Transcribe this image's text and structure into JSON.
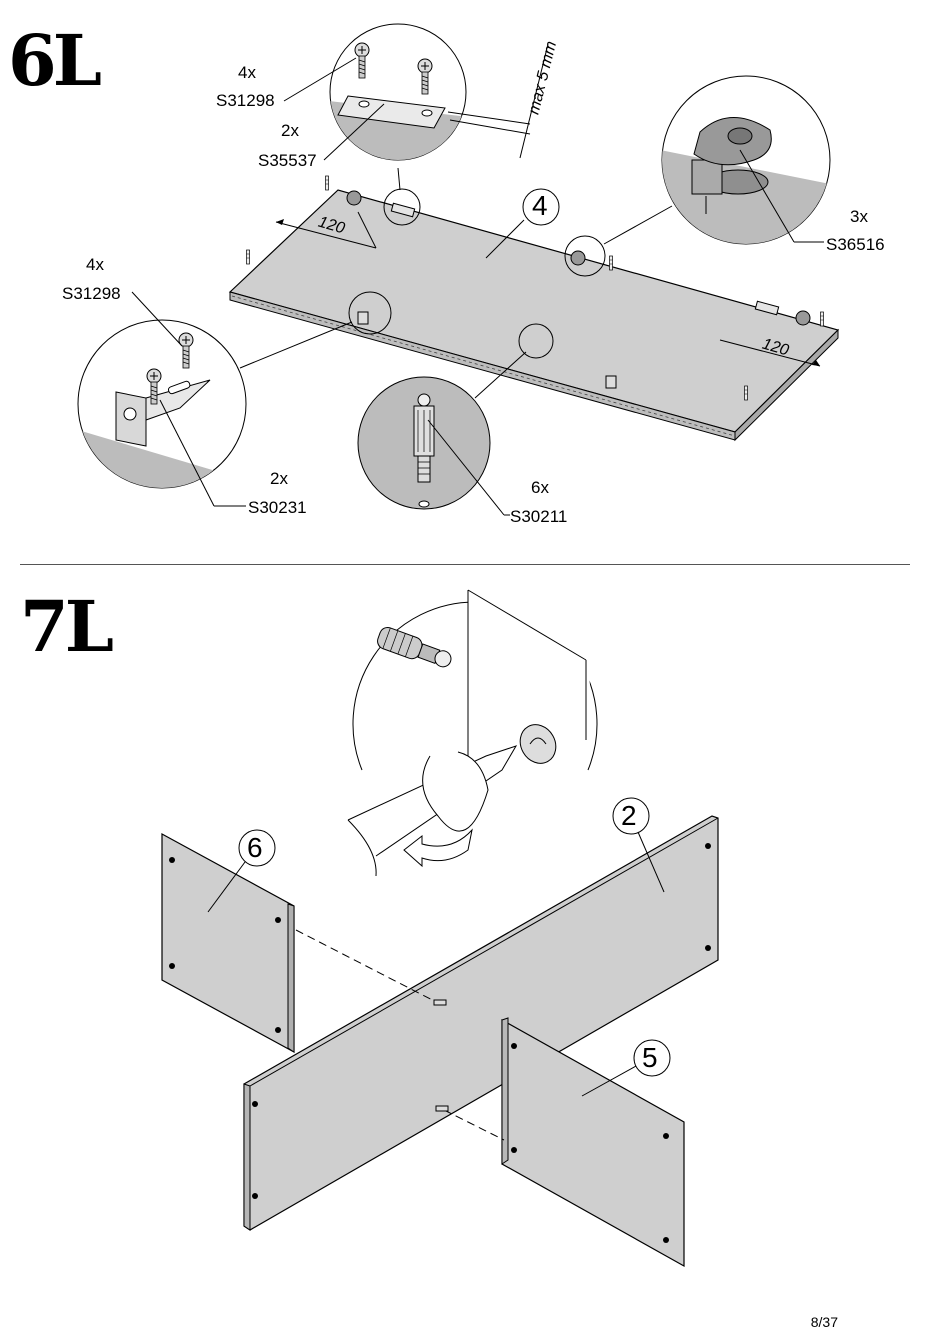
{
  "step_6": {
    "number": "6L",
    "part_label": "4",
    "callouts": {
      "screw_top_qty": "4x",
      "screw_top_code": "S31298",
      "plate_qty": "2x",
      "plate_code": "S35537",
      "max_label": "max 5 mm",
      "cam_qty": "3x",
      "cam_code": "S36516",
      "screw_left_qty": "4x",
      "screw_left_code": "S31298",
      "bracket_qty": "2x",
      "bracket_code": "S30231",
      "dowel_qty": "6x",
      "dowel_code": "S30211",
      "dim_left": "120",
      "dim_right": "120"
    }
  },
  "step_7": {
    "number": "7L",
    "parts": [
      "6",
      "2",
      "5"
    ]
  },
  "page": "8/37"
}
